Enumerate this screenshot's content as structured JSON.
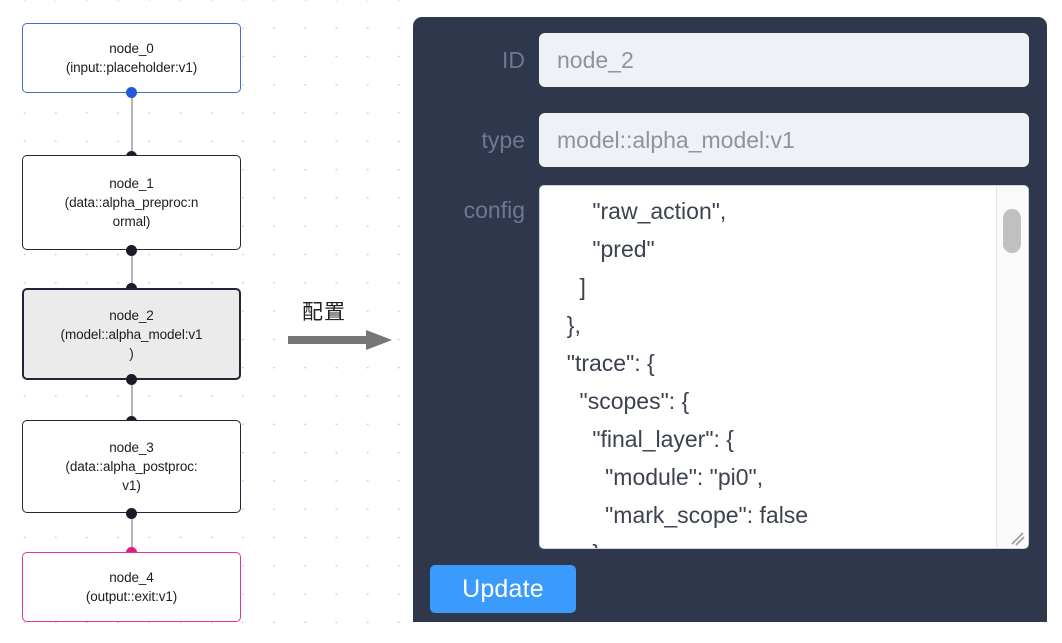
{
  "graph": {
    "nodes": [
      {
        "id": "node_0",
        "type": "(input::placeholder:v1)",
        "state": "source"
      },
      {
        "id": "node_1",
        "type": "(data::alpha_preproc:normal)",
        "type_line1": "(data::alpha_preproc:n",
        "type_line2": "ormal)",
        "state": "normal"
      },
      {
        "id": "node_2",
        "type": "(model::alpha_model:v1)",
        "type_line1": "(model::alpha_model:v1",
        "type_line2": ")",
        "state": "selected"
      },
      {
        "id": "node_3",
        "type": "(data::alpha_postproc:v1)",
        "type_line1": "(data::alpha_postproc:",
        "type_line2": "v1)",
        "state": "normal"
      },
      {
        "id": "node_4",
        "type": "(output::exit:v1)",
        "state": "sink"
      }
    ],
    "colors": {
      "source_border": "#3f6fd0",
      "sink_border": "#e0359a",
      "node_border": "#222538",
      "selected_fill": "#ebebeb",
      "edge": "#b4b4bc",
      "port": "#1b1b2a",
      "port_source": "#2159d8",
      "port_sink": "#e5197f"
    }
  },
  "transition": {
    "label": "配置",
    "arrow_icon": "right-arrow-icon"
  },
  "panel": {
    "background": "#2e374b",
    "fields": {
      "id": {
        "label": "ID",
        "value": "node_2",
        "placeholder": "node_2"
      },
      "type": {
        "label": "type",
        "value": "model::alpha_model:v1",
        "placeholder": "model::alpha_model:v1"
      },
      "config": {
        "label": "config",
        "value": "      \"raw_action\",\n      \"pred\"\n    ]\n  },\n  \"trace\": {\n    \"scopes\": {\n      \"final_layer\": {\n        \"module\": \"pi0\",\n        \"mark_scope\": false\n      },\n      \"action_model\": {",
        "scrolled": true
      }
    },
    "update_button": {
      "label": "Update",
      "color": "#3a9bfc"
    }
  }
}
